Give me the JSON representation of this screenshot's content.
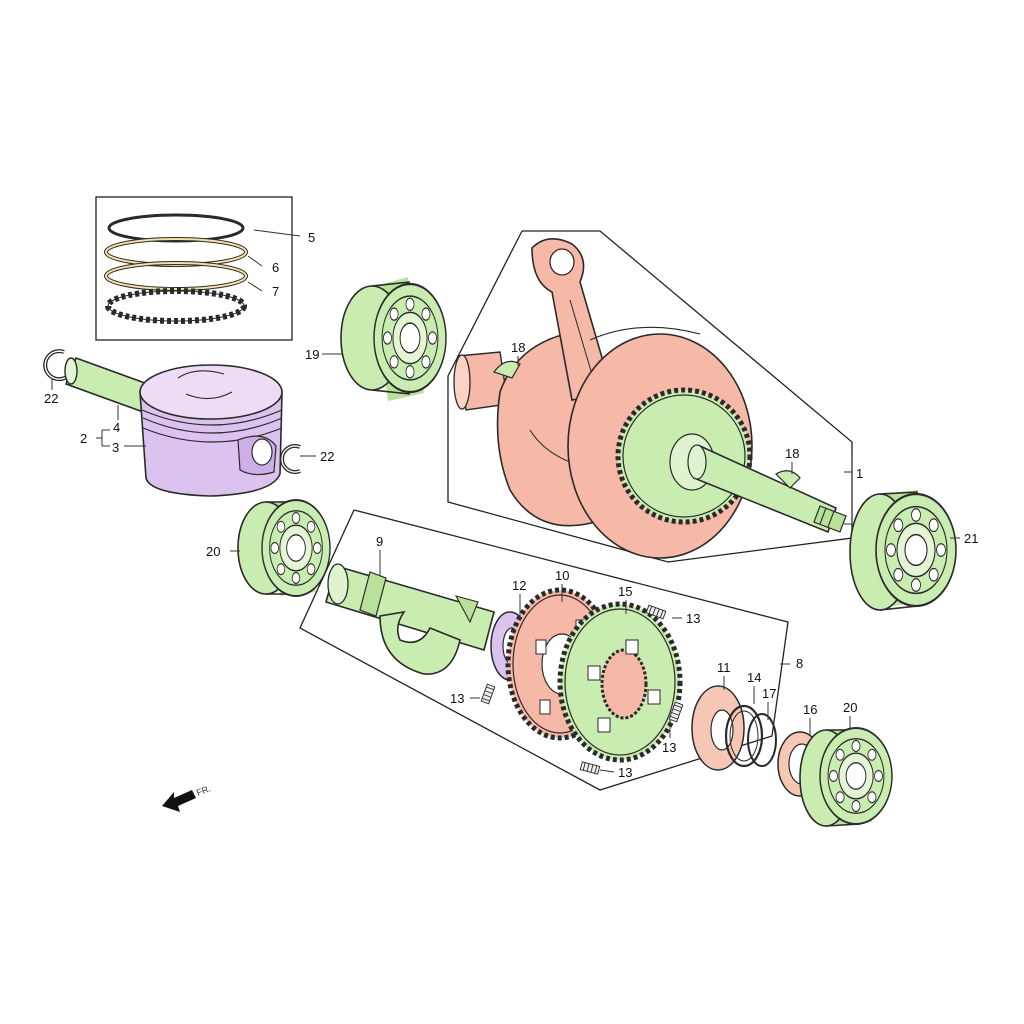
{
  "direction_label": "FR.",
  "colors": {
    "bearing_green": "#c9ecb0",
    "crank_red": "#f6b9a8",
    "piston_purple": "#dcc2ee",
    "ring_yellow": "#f4e3a6",
    "washer_pink": "#f7c7b6"
  },
  "callouts": {
    "c1": "1",
    "c2": "2",
    "c3": "3",
    "c4": "4",
    "c5": "5",
    "c6": "6",
    "c7": "7",
    "c8": "8",
    "c9": "9",
    "c10": "10",
    "c11": "11",
    "c12": "12",
    "c13a": "13",
    "c13b": "13",
    "c13c": "13",
    "c13d": "13",
    "c14": "14",
    "c15": "15",
    "c16": "16",
    "c17": "17",
    "c18a": "18",
    "c18b": "18",
    "c19": "19",
    "c20a": "20",
    "c20b": "20",
    "c21": "21",
    "c22a": "22",
    "c22b": "22"
  }
}
